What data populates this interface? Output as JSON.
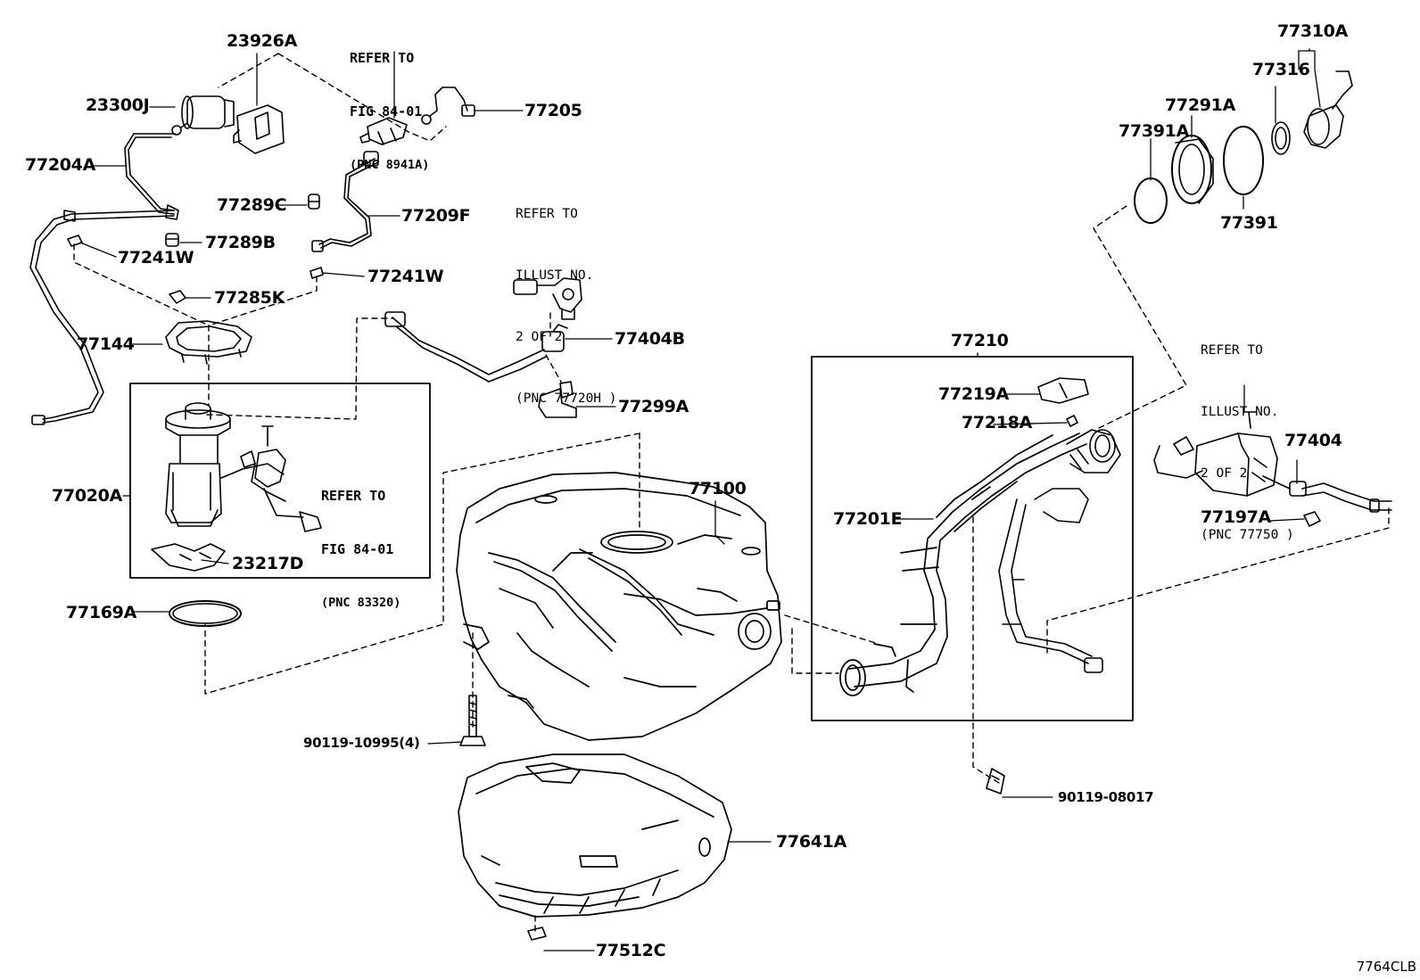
{
  "diagram_code": "7764CLB",
  "notes": {
    "fig_8941a": [
      "REFER TO",
      "FIG 84-01",
      "(PNC 8941A)"
    ],
    "illust_77720h": [
      "REFER TO",
      "ILLUST NO.",
      "2 OF 2",
      "(PNC 77720H )"
    ],
    "fig_83320": [
      "REFER TO",
      "FIG 84-01",
      "(PNC 83320)"
    ],
    "illust_77750": [
      "REFER TO",
      "ILLUST NO.",
      "2 OF 2",
      "(PNC 77750 )"
    ]
  },
  "parts": {
    "p23926A": "23926A",
    "p23300J": "23300J",
    "p77204A": "77204A",
    "p77205": "77205",
    "p77289C": "77289C",
    "p77209F": "77209F",
    "p77289B": "77289B",
    "p77241W_left": "77241W",
    "p77241W_right": "77241W",
    "p77285K": "77285K",
    "p77144": "77144",
    "p77404B": "77404B",
    "p77299A": "77299A",
    "p77020A": "77020A",
    "p23217D": "23217D",
    "p77169A": "77169A",
    "p77100": "77100",
    "p90119_10995": "90119-10995(4)",
    "p77641A": "77641A",
    "p77512C": "77512C",
    "p77210": "77210",
    "p77219A": "77219A",
    "p77218A": "77218A",
    "p77201E": "77201E",
    "p90119_08017": "90119-08017",
    "p77310A": "77310A",
    "p77316": "77316",
    "p77291A": "77291A",
    "p77391A": "77391A",
    "p77391": "77391",
    "p77404": "77404",
    "p77197A": "77197A"
  }
}
